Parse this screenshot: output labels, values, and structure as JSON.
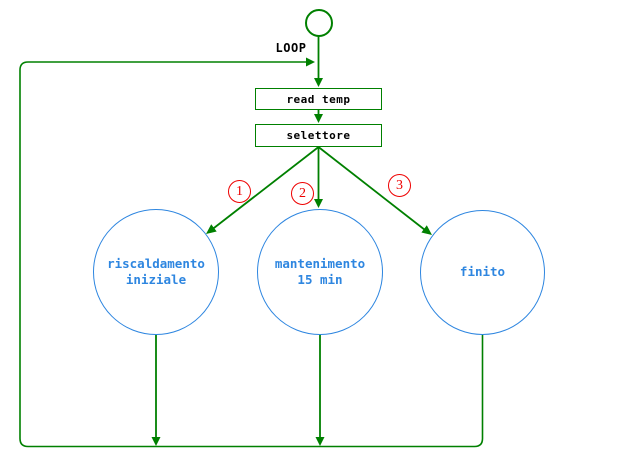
{
  "diagram": {
    "loop_label": "LOOP",
    "start_node": {
      "shape": "circle"
    },
    "process_boxes": [
      {
        "id": "read_temp",
        "label": "read temp"
      },
      {
        "id": "selettore",
        "label": "selettore"
      }
    ],
    "branch_labels": [
      {
        "value": "1"
      },
      {
        "value": "2"
      },
      {
        "value": "3"
      }
    ],
    "state_nodes": [
      {
        "id": "riscaldamento_iniziale",
        "label": "riscaldamento\niniziale"
      },
      {
        "id": "mantenimento_15_min",
        "label": "mantenimento\n15 min"
      },
      {
        "id": "finito",
        "label": "finito"
      }
    ]
  },
  "colors": {
    "connector_green": "#008000",
    "state_blue": "#2e86e0",
    "branch_red": "#ee0000",
    "label_black": "#000000",
    "background": "#ffffff"
  }
}
